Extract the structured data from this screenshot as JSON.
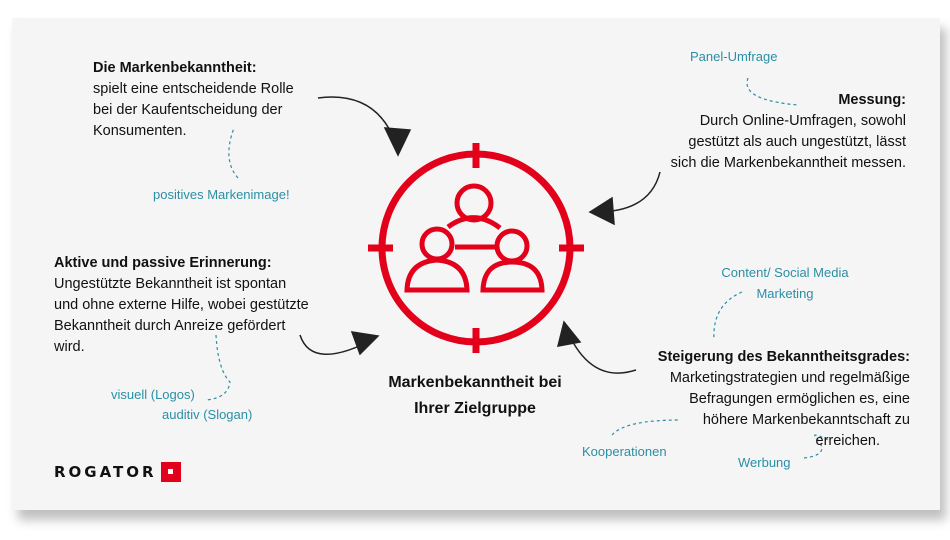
{
  "colors": {
    "accent": "#e3001b",
    "note": "#2a8fa5"
  },
  "center": {
    "title_line1": "Markenbekanntheit bei",
    "title_line2": "Ihrer Zielgruppe",
    "icon": "target-group-icon"
  },
  "top_left": {
    "title": "Die Markenbekanntheit:",
    "lines": [
      "spielt eine entscheidende Rolle",
      "bei der Kaufentscheidung der",
      "Konsumenten."
    ],
    "note": "positives Markenimage!"
  },
  "top_right": {
    "title": "Messung:",
    "lines": [
      "Durch Online-Umfragen, sowohl",
      "gestützt als auch ungestützt, lässt",
      "sich die Markenbekanntheit messen."
    ],
    "note": "Panel-Umfrage"
  },
  "bottom_left": {
    "title": "Aktive und passive Erinnerung:",
    "lines": [
      "Ungestützte Bekanntheit ist spontan",
      "und ohne externe Hilfe, wobei gestützte",
      "Bekanntheit durch Anreize gefördert",
      "wird."
    ],
    "notes": [
      "visuell (Logos)",
      "auditiv (Slogan)"
    ]
  },
  "bottom_right": {
    "title": "Steigerung des Bekanntheitsgrades:",
    "lines": [
      "Marketingstrategien und regelmäßige",
      "Befragungen ermöglichen es, eine",
      "höhere Markenbekanntschaft zu",
      "erreichen."
    ],
    "notes": [
      "Content/ Social Media",
      "Marketing",
      "Kooperationen",
      "Werbung"
    ]
  },
  "logo": {
    "text": "ROGATOR"
  }
}
